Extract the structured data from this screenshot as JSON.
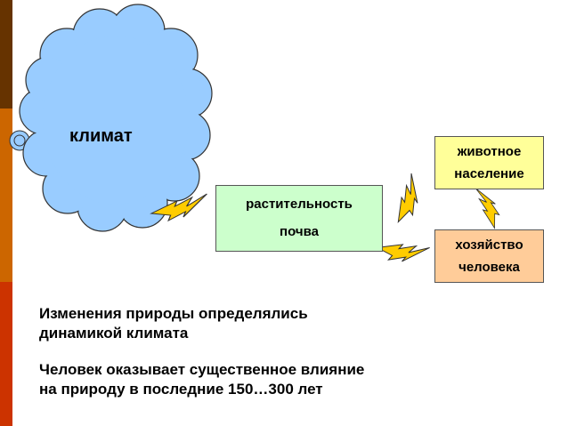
{
  "colors": {
    "band_top": "#663300",
    "band_middle": "#cc6600",
    "band_bottom": "#cc3300",
    "cloud_fill": "#99ccff",
    "plants_box": "#ccffcc",
    "animal_box": "#ffff99",
    "human_box": "#ffcc99",
    "lightning": "#ffcc00"
  },
  "diagram": {
    "climate": "климат",
    "plants_box": {
      "line1": "растительность",
      "line2": "почва"
    },
    "animal_box": {
      "line1": "животное",
      "line2": "население"
    },
    "human_box": {
      "line1": "хозяйство",
      "line2": "человека"
    },
    "connector_icon": "lightning-bolt-icon"
  },
  "captions": {
    "first": {
      "line1": "Изменения природы определялись",
      "line2": "динамикой климата"
    },
    "second": {
      "line1": "Человек оказывает существенное влияние",
      "line2": "на природу в последние 150…300 лет"
    }
  }
}
